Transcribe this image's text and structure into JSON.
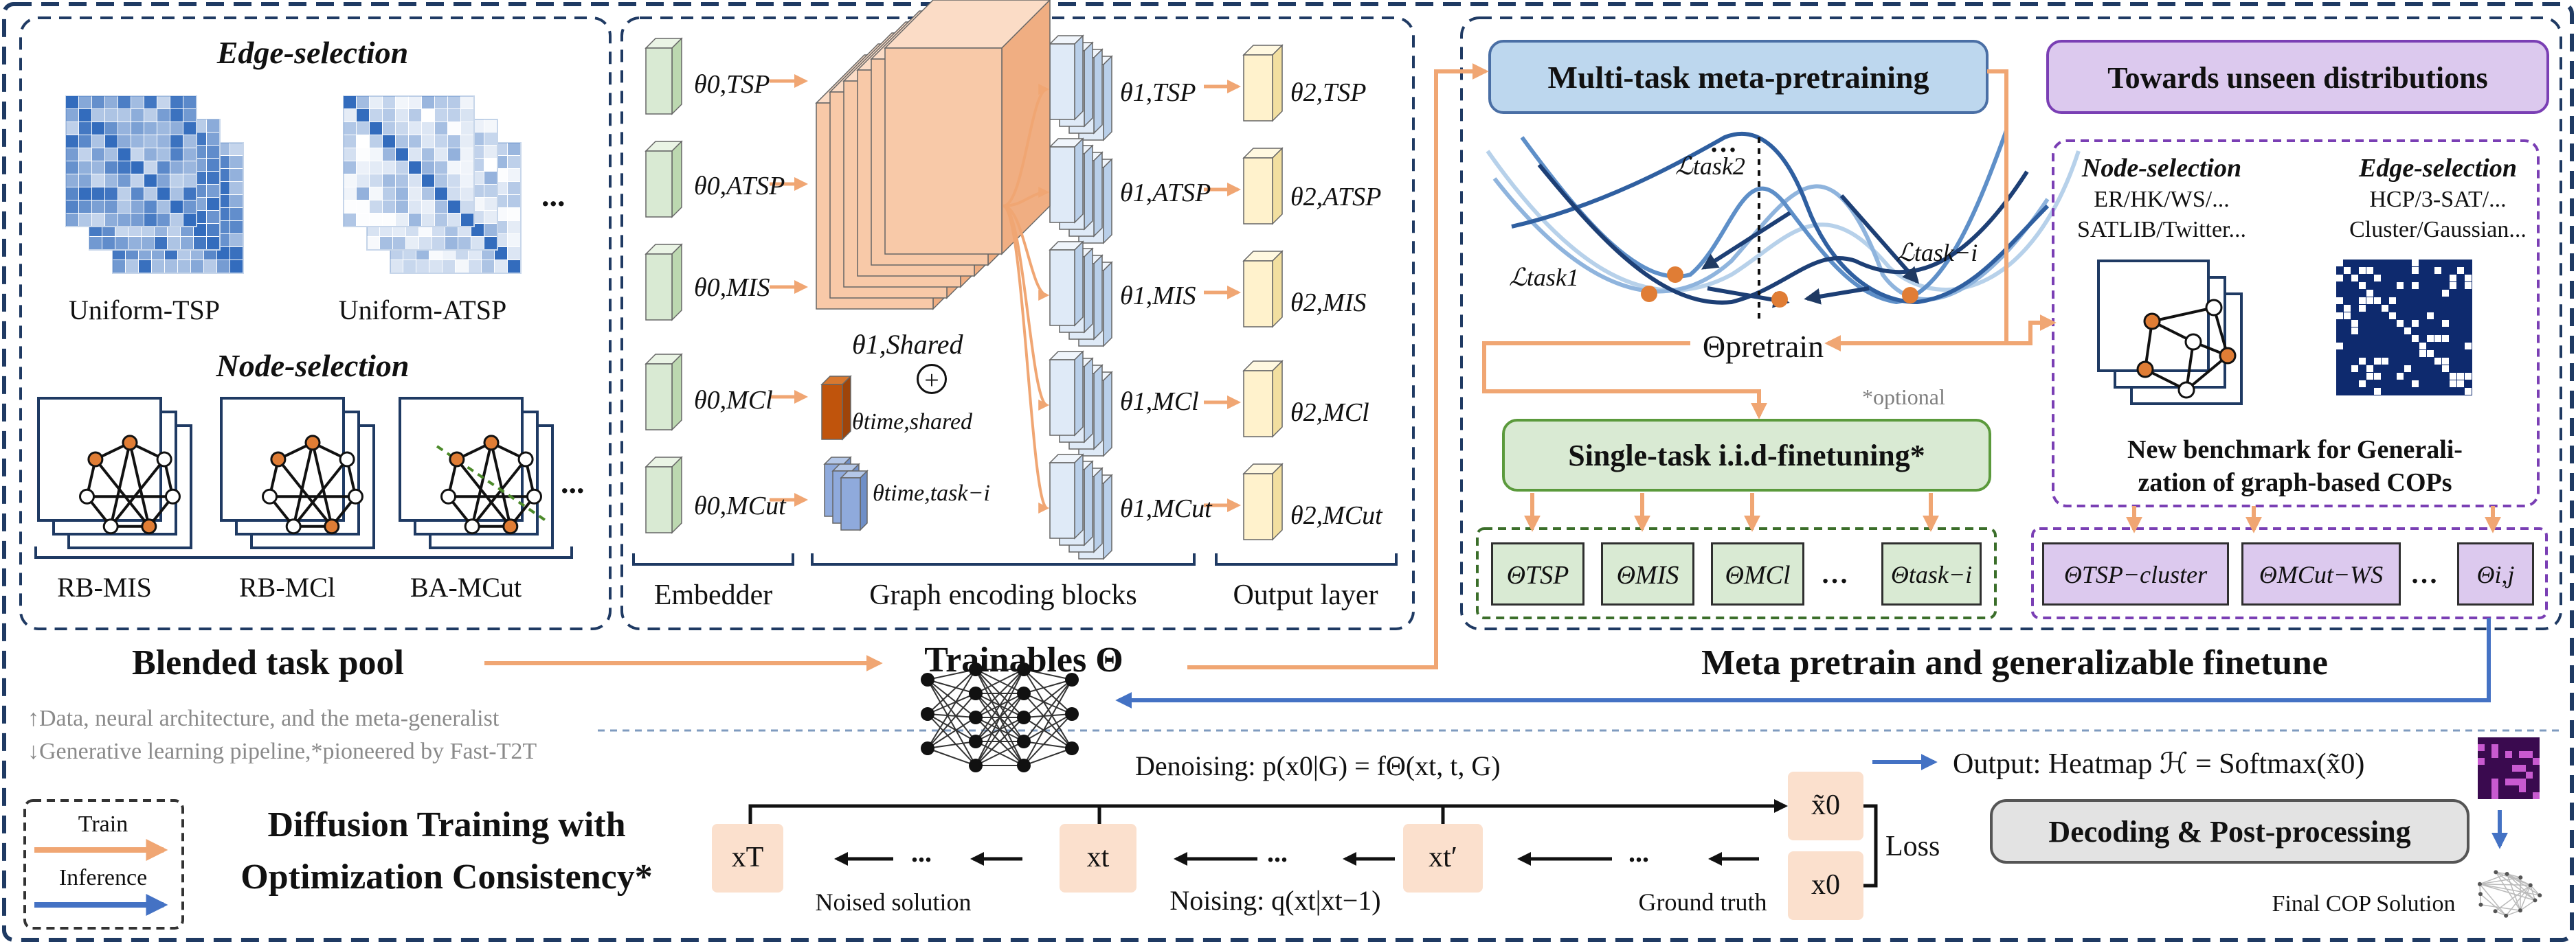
{
  "panels": {
    "task_pool": {
      "edge_selection_title": "Edge-selection",
      "node_selection_title": "Node-selection",
      "labels": [
        "Uniform-TSP",
        "Uniform-ATSP",
        "RB-MIS",
        "RB-MCl",
        "BA-MCut"
      ],
      "ellipsis": "...",
      "caption": "Blended task pool"
    },
    "architecture": {
      "embedder_label": "Embedder",
      "encoding_label": "Graph encoding blocks",
      "output_label": "Output layer",
      "theta0": [
        "θ0,TSP",
        "θ0,ATSP",
        "θ0,MIS",
        "θ0,MCl",
        "θ0,MCut"
      ],
      "theta1": [
        "θ1,TSP",
        "θ1,ATSP",
        "θ1,MIS",
        "θ1,MCl",
        "θ1,MCut"
      ],
      "theta2": [
        "θ2,TSP",
        "θ2,ATSP",
        "θ2,MIS",
        "θ2,MCl",
        "θ2,MCut"
      ],
      "shared": "θ1,Shared",
      "time_shared": "θtime,shared",
      "time_task": "θtime,task−i",
      "plus": "+",
      "caption": "Trainables Θ"
    },
    "meta": {
      "pretrain_title": "Multi-task meta-pretraining",
      "loss_labels": [
        "ℒtask1",
        "ℒtask2",
        "ℒtask−i"
      ],
      "dots": "…",
      "theta_pretrain": "Θpretrain",
      "optional_note": "*optional",
      "finetune_title": "Single-task i.i.d-finetuning*",
      "finetuned_params": [
        "ΘTSP",
        "ΘMIS",
        "ΘMCl",
        "…",
        "Θtask−i"
      ],
      "caption": "Meta pretrain and generalizable finetune"
    },
    "unseen": {
      "title": "Towards unseen distributions",
      "node_title": "Node-selection",
      "node_lines": [
        "ER/HK/WS/...",
        "SATLIB/Twitter..."
      ],
      "edge_title": "Edge-selection",
      "edge_lines": [
        "HCP/3-SAT/...",
        "Cluster/Gaussian..."
      ],
      "benchmark_lines": [
        "New benchmark for Generali-",
        "zation of graph-based COPs"
      ],
      "params": [
        "ΘTSP−cluster",
        "ΘMCut−WS",
        "…",
        "Θi,j"
      ]
    }
  },
  "notes": {
    "up": "↑Data, neural architecture, and the meta-generalist",
    "down": "↓Generative learning pipeline,*pioneered by Fast-T2T"
  },
  "legend": {
    "train": "Train",
    "inference": "Inference"
  },
  "diffusion": {
    "title_lines": [
      "Diffusion Training with",
      "Optimization Consistency*"
    ],
    "denoising": "Denoising: p(x0|G) = fΘ(xt, t, G)",
    "states": [
      "xT",
      "xt",
      "xt′",
      "x̃0",
      "x0"
    ],
    "ellipsis": "...",
    "noised_label": "Noised solution",
    "noising": "Noising: q(xt|xt−1)",
    "ground_truth": "Ground truth",
    "loss": "Loss",
    "output": "Output: Heatmap ℋ = Softmax(x̃0)",
    "decoding": "Decoding & Post-processing",
    "final": "Final COP Solution"
  },
  "colors": {
    "frame": "#1f3a63",
    "train_arrow": "#f0a673",
    "inference_arrow": "#4472c4",
    "embed_block": "#d9ead3",
    "encoding_block": "#dfeaf7",
    "shared_block": "#f8c9a8",
    "output_block": "#fff2cc",
    "time_shared": "#c0540c",
    "time_task": "#8faadc",
    "blue_title": "#bdd7ee",
    "green_title": "#d9ead3",
    "purple_title": "#dcc9ee",
    "state_box": "#fbe0cd",
    "heatmap": "#3a0a4f"
  }
}
